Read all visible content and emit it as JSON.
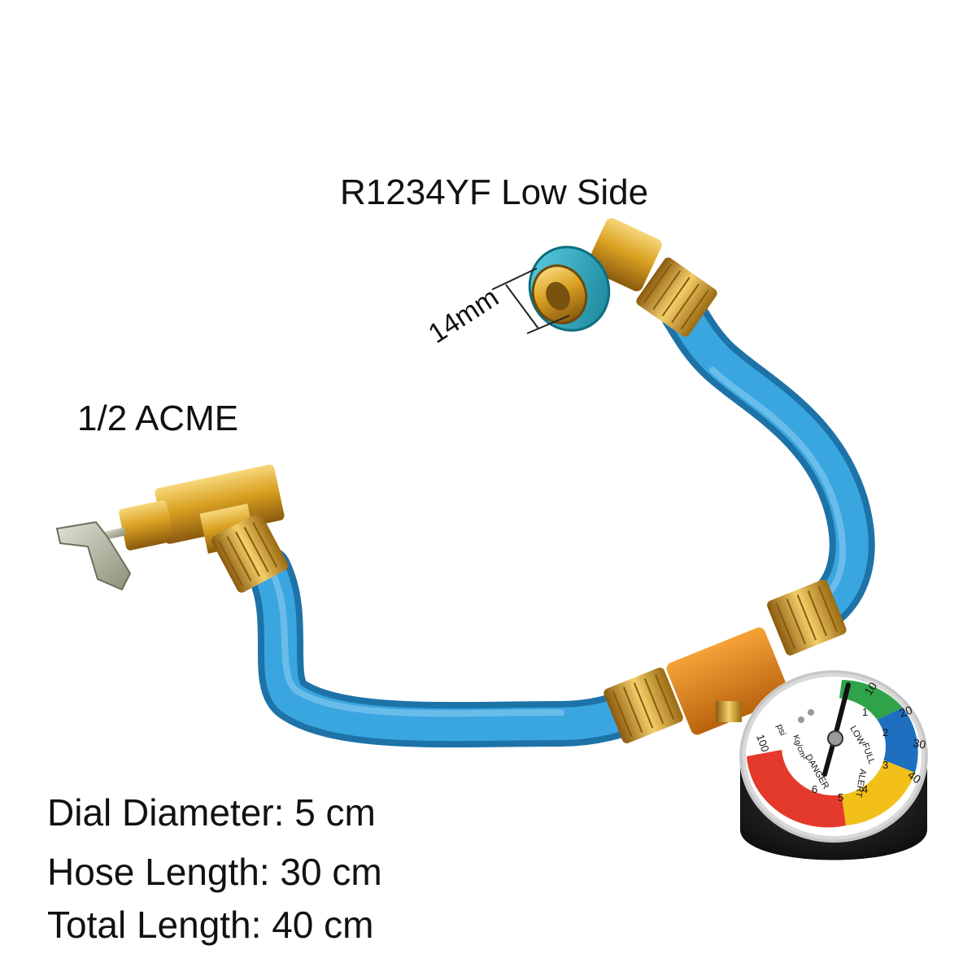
{
  "labels": {
    "low_side": "R1234YF Low Side",
    "acme": "1/2 ACME",
    "coupler_size": "14mm"
  },
  "specs": [
    "Dial Diameter: 5 cm",
    "Hose Length: 30 cm",
    "Total Length: 40 cm"
  ],
  "gauge": {
    "psi_scale": [
      "10",
      "20",
      "30",
      "40"
    ],
    "kg_scale": [
      "1",
      "2",
      "3",
      "4",
      "5",
      "6"
    ],
    "zones": [
      "LOW",
      "FULL",
      "ALERT",
      "DANGER"
    ],
    "units_psi": "psi",
    "units_kg": "Kg/cm²",
    "max_label": "100"
  },
  "colors": {
    "hose": "#2e9ad6",
    "brass": "#d9a021",
    "coupler": "#1fa6c2",
    "zone_green": "#2fa349",
    "zone_blue": "#1f6fc0",
    "zone_yellow": "#f2c019",
    "zone_red": "#e43a2c",
    "gauge_body": "#141414"
  }
}
